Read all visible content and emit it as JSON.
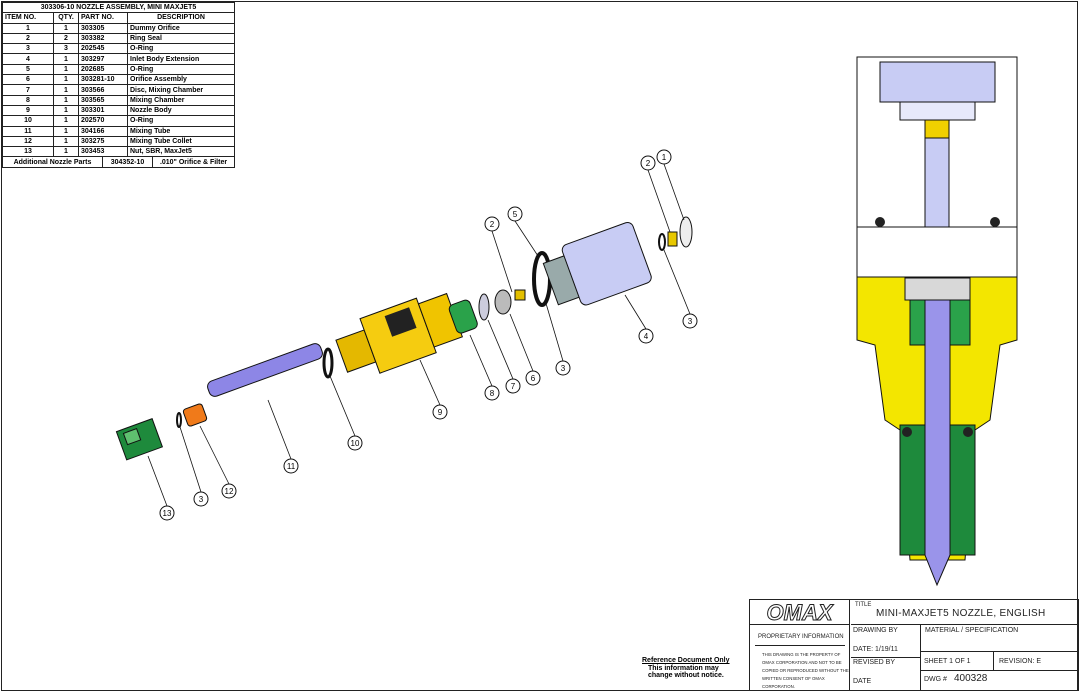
{
  "bom": {
    "title": "303306-10 NOZZLE ASSEMBLY, MINI MAXJET5",
    "headers": [
      "ITEM NO.",
      "QTY.",
      "PART NO.",
      "DESCRIPTION"
    ],
    "rows": [
      {
        "item": "1",
        "qty": "1",
        "part": "303305",
        "desc": "Dummy Orifice"
      },
      {
        "item": "2",
        "qty": "2",
        "part": "303382",
        "desc": "Ring Seal"
      },
      {
        "item": "3",
        "qty": "3",
        "part": "202545",
        "desc": "O-Ring"
      },
      {
        "item": "4",
        "qty": "1",
        "part": "303297",
        "desc": "Inlet Body Extension"
      },
      {
        "item": "5",
        "qty": "1",
        "part": "202685",
        "desc": "O-Ring"
      },
      {
        "item": "6",
        "qty": "1",
        "part": "303281-10",
        "desc": "Orifice Assembly"
      },
      {
        "item": "7",
        "qty": "1",
        "part": "303566",
        "desc": "Disc, Mixing Chamber"
      },
      {
        "item": "8",
        "qty": "1",
        "part": "303565",
        "desc": "Mixing Chamber"
      },
      {
        "item": "9",
        "qty": "1",
        "part": "303301",
        "desc": "Nozzle Body"
      },
      {
        "item": "10",
        "qty": "1",
        "part": "202570",
        "desc": "O-Ring"
      },
      {
        "item": "11",
        "qty": "1",
        "part": "304166",
        "desc": "Mixing Tube"
      },
      {
        "item": "12",
        "qty": "1",
        "part": "303275",
        "desc": "Mixing Tube Collet"
      },
      {
        "item": "13",
        "qty": "1",
        "part": "303453",
        "desc": "Nut, SBR, MaxJet5"
      }
    ],
    "additional": {
      "label": "Additional Nozzle Parts",
      "part": "304352-10",
      "desc": ".010\" Orifice & Filter"
    }
  },
  "balloons": [
    "1",
    "2",
    "3",
    "4",
    "2",
    "5",
    "3",
    "6",
    "7",
    "8",
    "9",
    "10",
    "11",
    "12",
    "3",
    "13"
  ],
  "title_block": {
    "logo": "OMAX",
    "title_label": "TITLE",
    "title": "MINI-MAXJET5 NOZZLE, ENGLISH",
    "proprietary_heading": "PROPRIETARY INFORMATION",
    "proprietary_text": "THIS DRAWING IS THE PROPERTY OF OMAX CORPORATION AND NOT TO BE COPIED OR REPRODUCED WITHOUT THE WRITTEN CONSENT OF OMAX CORPORATION.",
    "drawing_by": "DRAWING BY",
    "date": "DATE: 1/19/11",
    "material": "MATERIAL / SPECIFICATION",
    "revised_by": "REVISED BY",
    "date_label": "DATE",
    "sheet": "SHEET 1 OF 1",
    "revision": "REVISION: E",
    "dwg_label": "DWG #",
    "dwg_number": "400328"
  },
  "reference": {
    "title": "Reference Document Only",
    "note1": "This information may",
    "note2": "change without notice."
  }
}
